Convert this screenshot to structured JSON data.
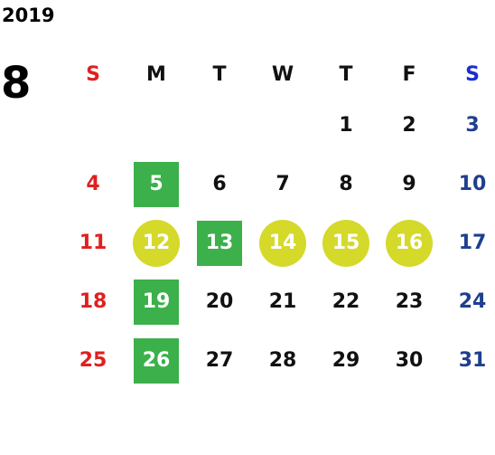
{
  "calendar": {
    "year": "2019",
    "month": "8",
    "weekdays": [
      {
        "label": "S",
        "color": "#e02020"
      },
      {
        "label": "M",
        "color": "#111111"
      },
      {
        "label": "T",
        "color": "#111111"
      },
      {
        "label": "W",
        "color": "#111111"
      },
      {
        "label": "T",
        "color": "#111111"
      },
      {
        "label": "F",
        "color": "#111111"
      },
      {
        "label": "S",
        "color": "#1a2fd0"
      }
    ],
    "colors": {
      "sunday": "#e02020",
      "weekday": "#111111",
      "saturday": "#1f3f8f",
      "marked_green": "#3cb04a",
      "marked_yellow": "#d4d92a"
    },
    "weeks": [
      [
        {
          "day": ""
        },
        {
          "day": ""
        },
        {
          "day": ""
        },
        {
          "day": ""
        },
        {
          "day": "1"
        },
        {
          "day": "2"
        },
        {
          "day": "3"
        }
      ],
      [
        {
          "day": "4"
        },
        {
          "day": "5",
          "mark": "green-square"
        },
        {
          "day": "6"
        },
        {
          "day": "7"
        },
        {
          "day": "8"
        },
        {
          "day": "9"
        },
        {
          "day": "10"
        }
      ],
      [
        {
          "day": "11"
        },
        {
          "day": "12",
          "mark": "yellow-circle"
        },
        {
          "day": "13",
          "mark": "green-square"
        },
        {
          "day": "14",
          "mark": "yellow-circle"
        },
        {
          "day": "15",
          "mark": "yellow-circle"
        },
        {
          "day": "16",
          "mark": "yellow-circle"
        },
        {
          "day": "17"
        }
      ],
      [
        {
          "day": "18"
        },
        {
          "day": "19",
          "mark": "green-square"
        },
        {
          "day": "20"
        },
        {
          "day": "21"
        },
        {
          "day": "22"
        },
        {
          "day": "23"
        },
        {
          "day": "24"
        }
      ],
      [
        {
          "day": "25"
        },
        {
          "day": "26",
          "mark": "green-square"
        },
        {
          "day": "27"
        },
        {
          "day": "28"
        },
        {
          "day": "29"
        },
        {
          "day": "30"
        },
        {
          "day": "31"
        }
      ]
    ]
  }
}
